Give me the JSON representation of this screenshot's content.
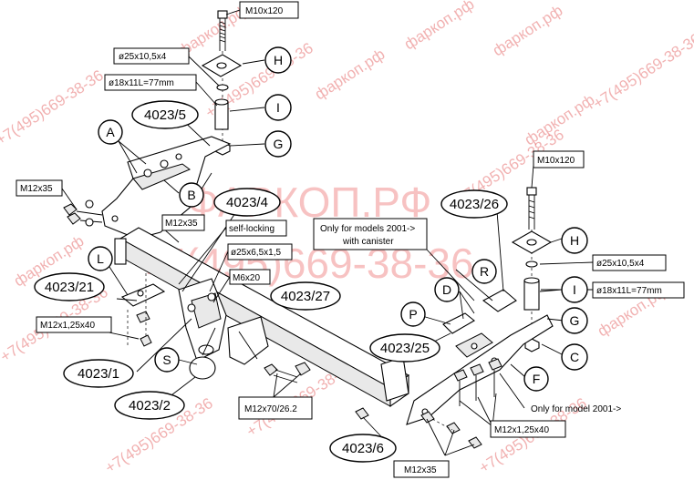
{
  "watermark": {
    "brand": "фаркоп.рф",
    "phone": "+7(495)669-38-36",
    "big_brand": "ФАРКОП.РФ",
    "big_phone": "+7(495)669-38-36"
  },
  "labels": {
    "m10x120_top": "M10x120",
    "washer_top": "ø25x10,5x4",
    "spacer_top": "ø18x11L=77mm",
    "m10x120_right": "M10x120",
    "washer_right": "ø25x10,5x4",
    "spacer_right": "ø18x11L=77mm",
    "m12x35_left": "M12x35",
    "m12x35_mid": "M12x35",
    "self_locking": "self-locking",
    "washer_mid": "ø25x6,5x1,5",
    "m6x20": "M6x20",
    "m12x125_left": "M12x1,25x40",
    "m12x70": "M12x70/26.2",
    "m12x125_right": "M12x1,25x40",
    "m12x35_bottom": "M12x35",
    "only_2001_canister": "Only for models 2001->\nwith canister",
    "only_2001": "Only for model 2001->"
  },
  "letters": {
    "A": "A",
    "B": "B",
    "C": "C",
    "D": "D",
    "F": "F",
    "G_top": "G",
    "G_right": "G",
    "H_top": "H",
    "H_right": "H",
    "I_top": "I",
    "I_right": "I",
    "L": "L",
    "P": "P",
    "R": "R",
    "S": "S"
  },
  "part_numbers": {
    "p4023_5": "4023/5",
    "p4023_4": "4023/4",
    "p4023_26": "4023/26",
    "p4023_21": "4023/21",
    "p4023_27": "4023/27",
    "p4023_25": "4023/25",
    "p4023_1": "4023/1",
    "p4023_2": "4023/2",
    "p4023_6": "4023/6"
  }
}
